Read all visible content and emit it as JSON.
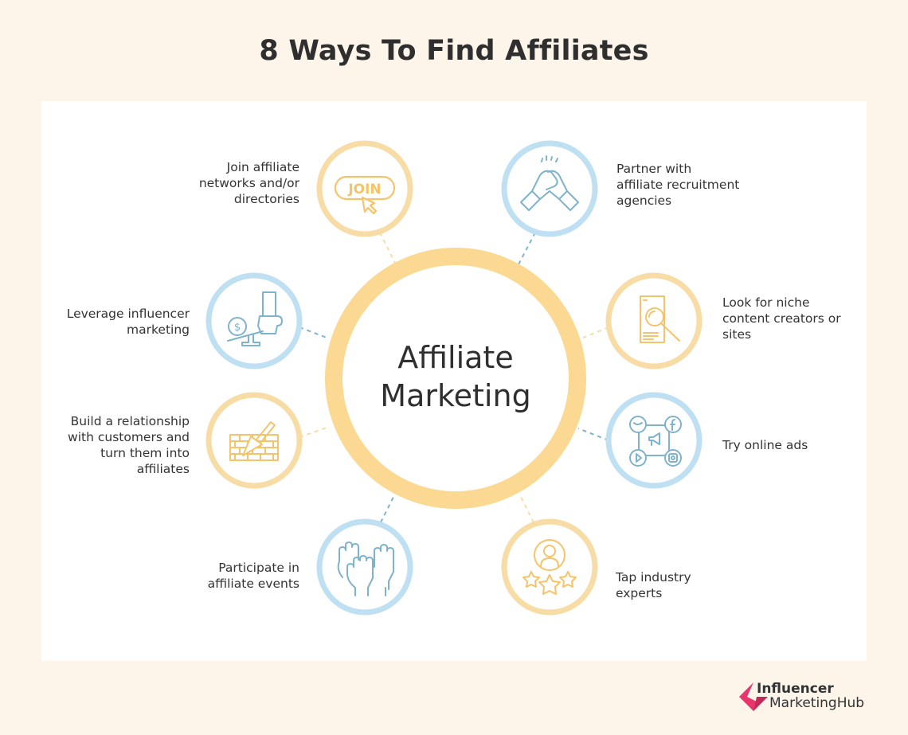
{
  "title": "8 Ways To Find Affiliates",
  "center": {
    "line1": "Affiliate",
    "line2": "Marketing",
    "ring_color": "#fbd993"
  },
  "colors": {
    "background": "#fdf5ea",
    "card": "#ffffff",
    "orange": "#f8dca6",
    "orange_icon": "#f5c46a",
    "blue": "#bfe0f2",
    "blue_icon": "#7fb3cc",
    "text": "#333333",
    "brand_pink": "#e8356d"
  },
  "items": [
    {
      "id": "join",
      "lines": [
        "Join affiliate",
        "networks and/or",
        "directories"
      ],
      "icon": "join-button-icon",
      "color": "orange",
      "side": "left"
    },
    {
      "id": "partner",
      "lines": [
        "Partner with",
        "affiliate recruitment",
        "agencies"
      ],
      "icon": "handshake-icon",
      "color": "blue",
      "side": "right"
    },
    {
      "id": "leverage",
      "lines": [
        "Leverage influencer",
        "marketing"
      ],
      "icon": "hand-lever-money-icon",
      "color": "blue",
      "side": "left"
    },
    {
      "id": "look",
      "lines": [
        "Look for niche",
        "content creators or",
        "sites"
      ],
      "icon": "document-search-icon",
      "color": "orange",
      "side": "right"
    },
    {
      "id": "build",
      "lines": [
        "Build a relationship",
        "with customers and",
        "turn them into",
        "affiliates"
      ],
      "icon": "brick-wall-trowel-icon",
      "color": "orange",
      "side": "left"
    },
    {
      "id": "ads",
      "lines": [
        "Try online ads"
      ],
      "icon": "social-media-ads-icon",
      "color": "blue",
      "side": "right"
    },
    {
      "id": "participate",
      "lines": [
        "Participate in",
        "affiliate events"
      ],
      "icon": "raised-hands-icon",
      "color": "blue",
      "side": "left"
    },
    {
      "id": "tap",
      "lines": [
        "Tap industry",
        "experts"
      ],
      "icon": "expert-stars-icon",
      "color": "orange",
      "side": "right"
    }
  ],
  "logo": {
    "line1": "Influencer",
    "line2": "MarketingHub"
  },
  "join_icon_text": "JOIN"
}
